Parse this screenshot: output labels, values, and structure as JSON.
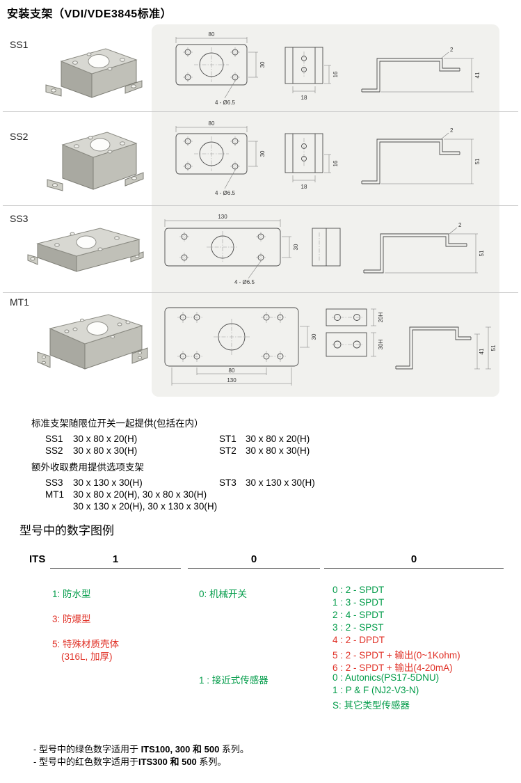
{
  "page": {
    "title": "安装支架（VDI/VDE3845标准）"
  },
  "colors": {
    "green": "#009b48",
    "red": "#e03127",
    "panel": "#f1f1ee"
  },
  "rows": [
    {
      "label": "SS1",
      "dims": {
        "width": "80",
        "depth": "30",
        "holes": "4 - Ø6.5",
        "flange_w": "18",
        "flange_h": "16",
        "height": "41",
        "thickness": "2"
      }
    },
    {
      "label": "SS2",
      "dims": {
        "width": "80",
        "depth": "30",
        "holes": "4 - Ø6.5",
        "flange_w": "18",
        "flange_h": "16",
        "height": "51",
        "thickness": "2"
      }
    },
    {
      "label": "SS3",
      "dims": {
        "width": "130",
        "depth": "30",
        "holes": "4 - Ø6.5",
        "height": "51",
        "thickness": "2"
      }
    },
    {
      "label": "MT1",
      "dims": {
        "depth": "30",
        "width_inner": "80",
        "width_outer": "130",
        "height_a": "20H",
        "height_b": "30H",
        "profile_h1": "41",
        "profile_h2": "51"
      }
    }
  ],
  "sizes": {
    "heading_standard": "标准支架随限位开关一起提供(包括在内）",
    "standard": [
      {
        "id_l": "SS1",
        "val_l": "30 x 80 x 20(H)",
        "id_r": "ST1",
        "val_r": "30 x 80 x 20(H)"
      },
      {
        "id_l": "SS2",
        "val_l": "30 x 80 x 30(H)",
        "id_r": "ST2",
        "val_r": "30 x 80 x 30(H)"
      }
    ],
    "heading_optional": "额外收取费用提供选项支架",
    "optional": [
      {
        "id_l": "SS3",
        "val_l": "30 x 130 x 30(H)",
        "id_r": "ST3",
        "val_r": "30 x 130 x 30(H)"
      }
    ],
    "mt1": {
      "id": "MT1",
      "line1": "30 x 80 x 20(H), 30 x 80 x 30(H)",
      "line2": "30 x 130 x 20(H), 30 x 130 x 30(H)"
    }
  },
  "legend": {
    "title": "型号中的数字图例",
    "prefix": "ITS",
    "digits": [
      "1",
      "0",
      "0"
    ],
    "col1": [
      {
        "text": "1: 防水型",
        "color": "green"
      },
      {
        "text": "3: 防爆型",
        "color": "red"
      },
      {
        "text": "5: 特殊材质壳体",
        "color": "red"
      },
      {
        "text": "(316L, 加厚)",
        "color": "red"
      }
    ],
    "col2": [
      {
        "text": "0: 机械开关",
        "color": "green"
      },
      {
        "text": "1 : 接近式传感器",
        "color": "green"
      }
    ],
    "col3": [
      {
        "text": "0 : 2 - SPDT",
        "color": "green"
      },
      {
        "text": "1 : 3 - SPDT",
        "color": "green"
      },
      {
        "text": "2 : 4 - SPDT",
        "color": "green"
      },
      {
        "text": "3 : 2 - SPST",
        "color": "green"
      },
      {
        "text": "4 : 2 - DPDT",
        "color": "red"
      },
      {
        "text": "5 : 2 - SPDT + 输出(0~1Kohm)",
        "color": "red"
      },
      {
        "text": "6 : 2 - SPDT + 输出(4-20mA)",
        "color": "red"
      },
      {
        "text": "0 : Autonics(PS17-5DNU)",
        "color": "green"
      },
      {
        "text": "1 : P & F (NJ2-V3-N)",
        "color": "green"
      },
      {
        "text": "S: 其它类型传感器",
        "color": "green"
      }
    ],
    "notes": [
      {
        "pre": "- 型号中的绿色数字适用于 ",
        "bold": "ITS100, 300 和 500",
        "post": " 系列。"
      },
      {
        "pre": "- 型号中的红色数字适用于",
        "bold": "ITS300 和 500",
        "post": " 系列。"
      }
    ]
  }
}
